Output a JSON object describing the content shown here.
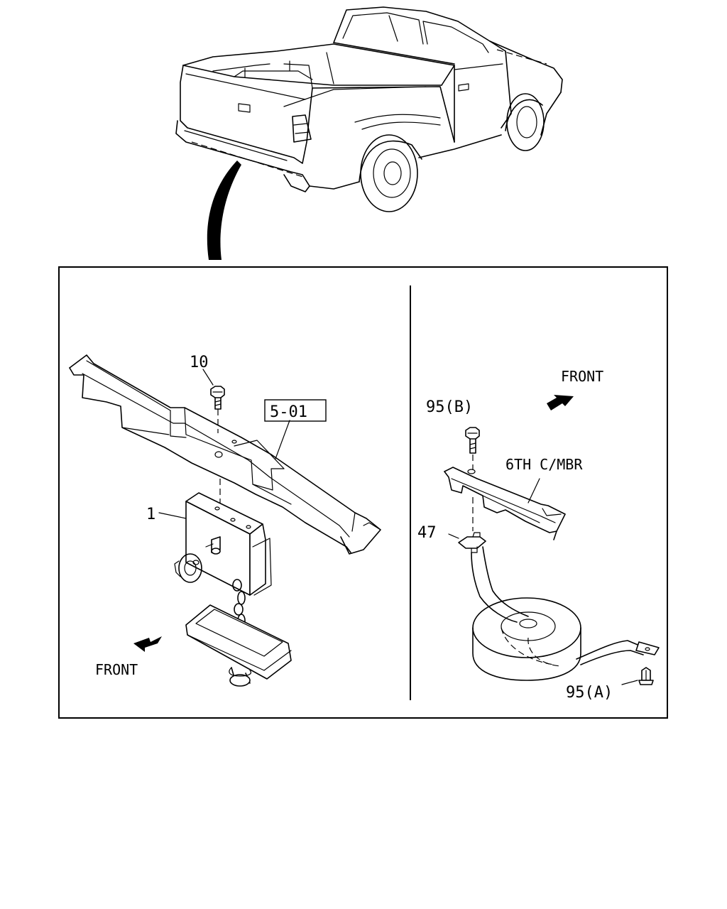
{
  "callouts": {
    "bolt_10": "10",
    "ref_5_01": "5-01",
    "part_1": "1",
    "front_left": "FRONT",
    "front_right": "FRONT",
    "bolt_95b": "95(B)",
    "crossmember": "6TH C/MBR",
    "bracket_47": "47",
    "bolt_95a": "95(A)"
  },
  "icons": {
    "front_arrow_left": "arrow-down-left",
    "front_arrow_right": "arrow-up-right"
  }
}
